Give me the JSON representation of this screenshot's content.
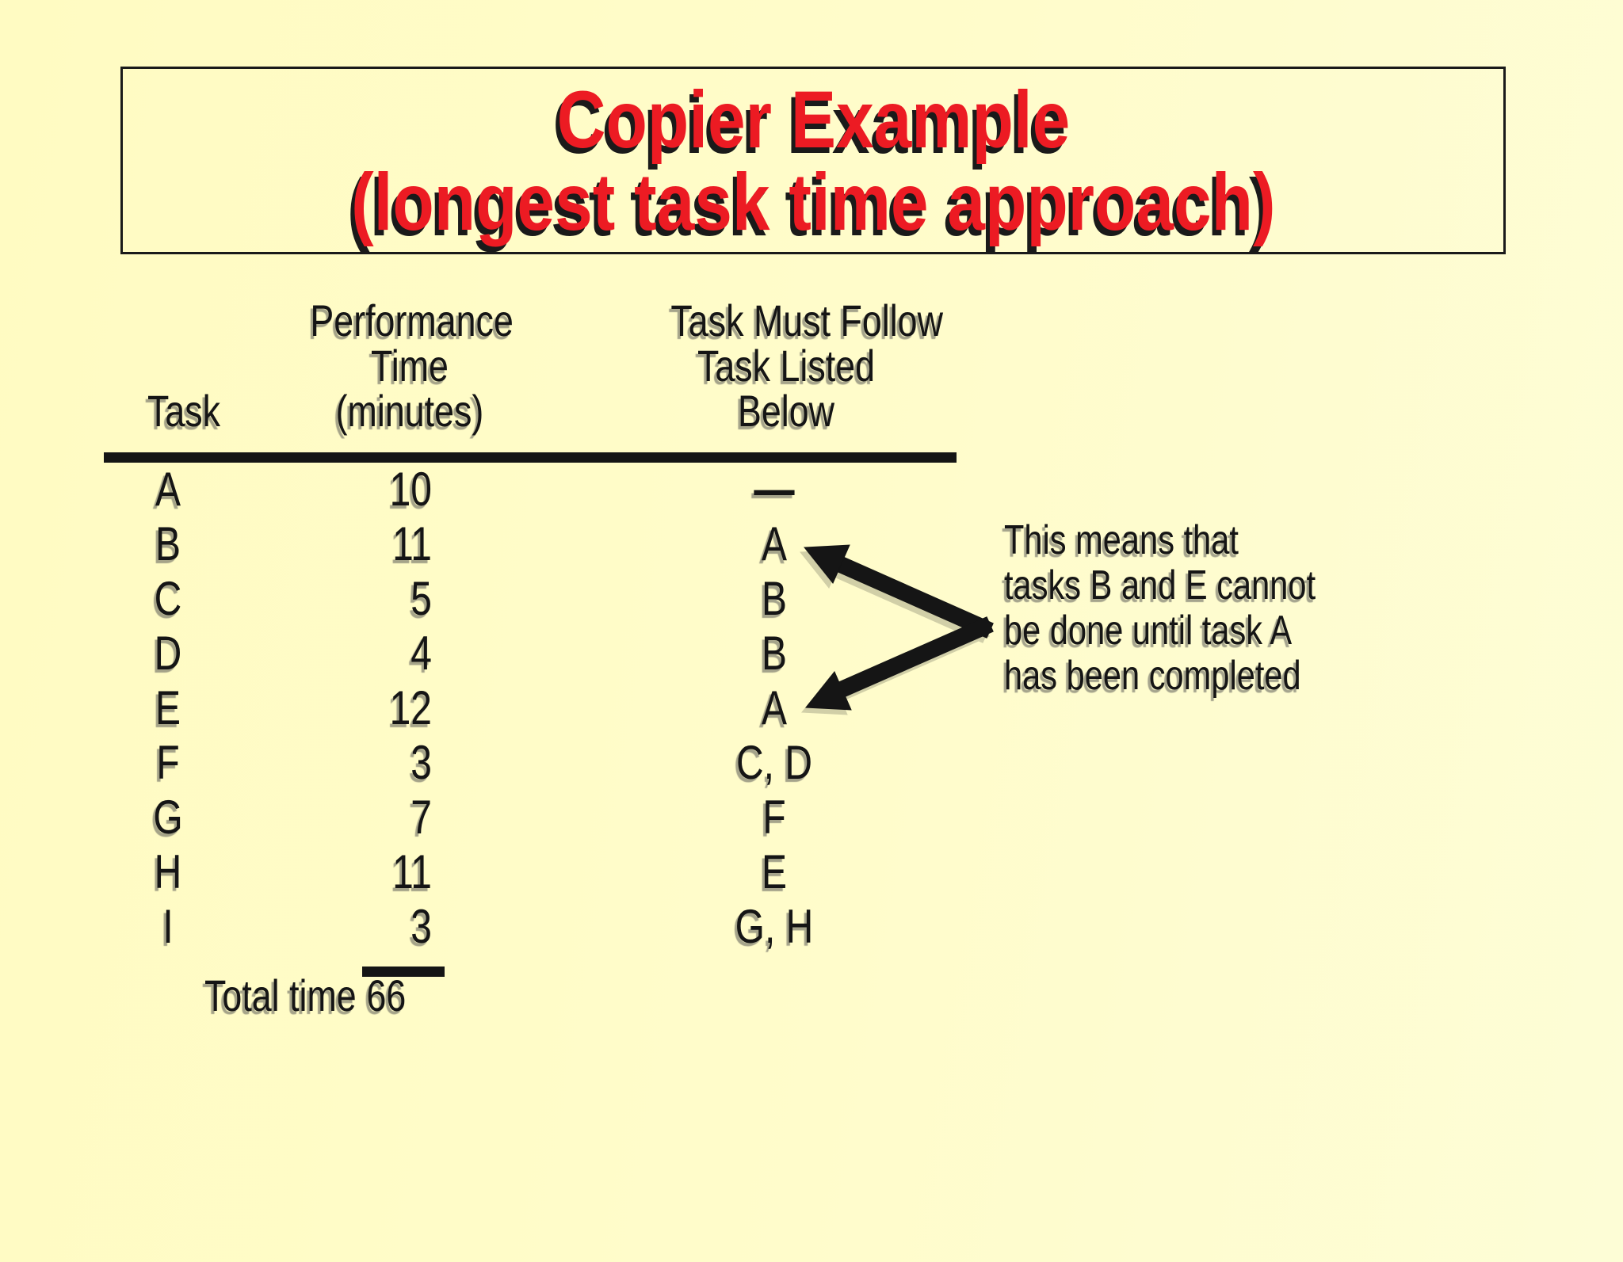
{
  "slide": {
    "title_line1": "Copier Example",
    "title_line2": "(longest task time approach)"
  },
  "table": {
    "headers": {
      "task": "Task",
      "time_lines": [
        "Performance",
        "Time",
        "(minutes)"
      ],
      "follows_lines": [
        "Task Must Follow",
        "Task Listed",
        "Below"
      ]
    },
    "rows": [
      {
        "task": "A",
        "time": "10",
        "follows": "—"
      },
      {
        "task": "B",
        "time": "11",
        "follows": "A"
      },
      {
        "task": "C",
        "time": "5",
        "follows": "B"
      },
      {
        "task": "D",
        "time": "4",
        "follows": "B"
      },
      {
        "task": "E",
        "time": "12",
        "follows": "A"
      },
      {
        "task": "F",
        "time": "3",
        "follows": "C, D"
      },
      {
        "task": "G",
        "time": "7",
        "follows": "F"
      },
      {
        "task": "H",
        "time": "11",
        "follows": "E"
      },
      {
        "task": "I",
        "time": "3",
        "follows": "G, H"
      }
    ],
    "total_label": "Total time",
    "total_value": "66"
  },
  "annotation": {
    "lines": [
      "This means that",
      "tasks B and E cannot",
      "be done until task A",
      "has been completed"
    ]
  },
  "colors": {
    "background": "#fffccb",
    "title_red": "#ec1b23",
    "text": "#151515"
  }
}
